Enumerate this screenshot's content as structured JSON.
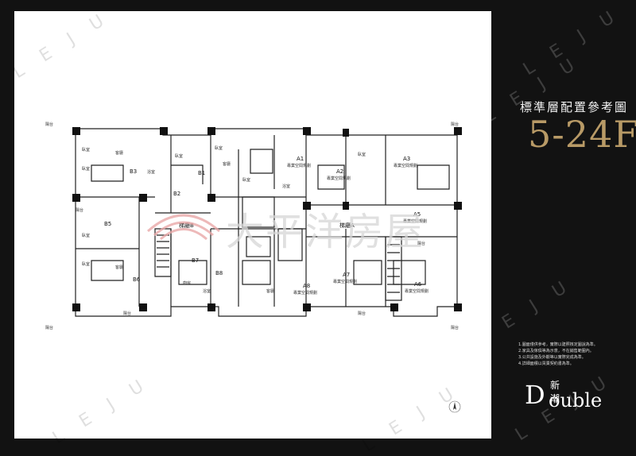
{
  "title": {
    "zh": "標準層配置參考圖",
    "floors": "5-24F"
  },
  "notes": [
    "1.圖面僅供參考，實際以建照核定圖說為準。",
    "2.家具及傢俱等為示意，不在銷售範圍內。",
    "3.公共設施及外觀等以實際完成為準。",
    "4.詳細面積以買賣契約書為準。"
  ],
  "brand": {
    "d": "D",
    "rest": "ouble",
    "zh": "新潮"
  },
  "watermark": {
    "leju": "L E J U",
    "center": "大平洋房屋"
  },
  "plan": {
    "units": [
      "A1",
      "A2",
      "A3",
      "A5",
      "A6",
      "A7",
      "A8",
      "B1",
      "B2",
      "B3",
      "B5",
      "B6",
      "B7",
      "B8"
    ],
    "unit_descs": [
      "專業空間規劃",
      "專業空間規劃",
      "專業空間規劃",
      "專業空間規劃",
      "專業空間規劃",
      "專業空間規劃",
      "專業空間規劃"
    ],
    "halls": [
      "梯廳B",
      "梯廳A"
    ],
    "rooms": [
      "臥室",
      "臥室",
      "臥室",
      "臥室",
      "臥室",
      "臥室",
      "臥室",
      "臥室",
      "客廳",
      "客廳",
      "客廳",
      "客廳",
      "廚房",
      "陽台",
      "陽台",
      "陽台",
      "陽台",
      "浴室",
      "浴室",
      "浴室"
    ],
    "north_marks": [
      "陽台",
      "陽台",
      "陽台",
      "陽台"
    ]
  },
  "colors": {
    "background": "#121212",
    "paper": "#ffffff",
    "accent": "#b89a66"
  }
}
